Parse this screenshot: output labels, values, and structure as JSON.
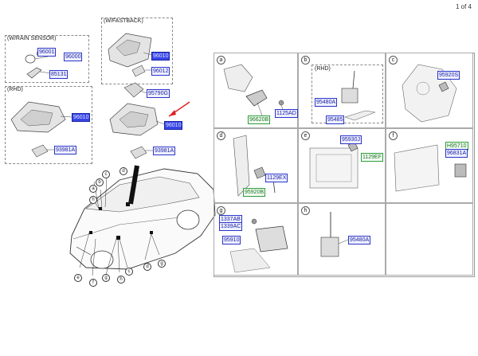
{
  "page_indicator": "1 of 4",
  "left_groups": {
    "rain_sensor_title": "(W/RAIN SENSOR)",
    "fastback_title": "(W/FASTBACK)",
    "rhd_title": "(RHD)"
  },
  "left_labels": {
    "p96001": "96001",
    "p96000": "96000",
    "p85131": "85131",
    "p96010_fastback": "96010",
    "p96012": "96012",
    "p95790g": "95790G",
    "p96010_rhd": "96010",
    "p96010_main": "96010",
    "p93981a_rhd": "93981A",
    "p93981a_main": "93981A"
  },
  "car_callouts": [
    "a",
    "b",
    "c",
    "d",
    "h",
    "e",
    "f",
    "g",
    "h",
    "c",
    "d",
    "g"
  ],
  "cells": {
    "a": {
      "letter": "a",
      "labels": {
        "p96620b": "96620B",
        "p1125ad": "1125AD"
      }
    },
    "b": {
      "letter": "b",
      "caption": "(RHD)",
      "labels": {
        "p95480a": "95480A",
        "p95485": "95485"
      }
    },
    "c": {
      "letter": "c",
      "labels": {
        "p95920s": "95920S"
      }
    },
    "d": {
      "letter": "d",
      "labels": {
        "p1129ex": "1129EX",
        "p95920b": "95920B"
      }
    },
    "e": {
      "letter": "e",
      "labels": {
        "p95930j": "95930J",
        "p1129ef": "1129EF"
      }
    },
    "f": {
      "letter": "f",
      "labels": {
        "pH95710": "H95710",
        "p96831a": "96831A"
      }
    },
    "g": {
      "letter": "g",
      "labels": {
        "p1337ab": "1337AB",
        "p1339ac": "1339AC",
        "p95910": "95910"
      }
    },
    "h": {
      "letter": "h",
      "labels": {
        "p95480a": "95480A"
      }
    }
  },
  "colors": {
    "label_border": "#2a35c8",
    "label_fill": "#3846e6",
    "green_border": "#2e9a3a",
    "arrow": "#e02020"
  }
}
